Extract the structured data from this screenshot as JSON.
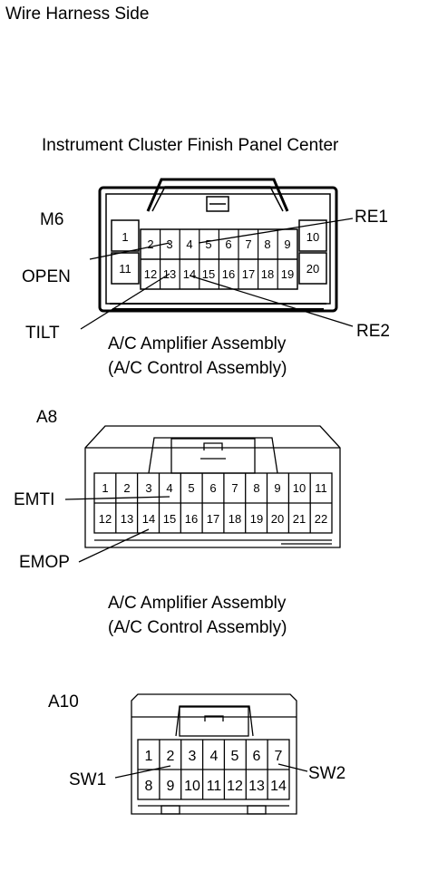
{
  "header": {
    "title": "Wire Harness Side"
  },
  "connector_m6": {
    "name": "Instrument Cluster Finish Panel Center",
    "code": "M6",
    "pins_top": [
      "1",
      "2",
      "3",
      "4",
      "5",
      "6",
      "7",
      "8",
      "9",
      "10"
    ],
    "pins_bottom": [
      "11",
      "12",
      "13",
      "14",
      "15",
      "16",
      "17",
      "18",
      "19",
      "20"
    ],
    "labels": {
      "re1": "RE1",
      "open": "OPEN",
      "tilt": "TILT",
      "re2": "RE2"
    }
  },
  "connector_a8": {
    "name_line1": "A/C Amplifier Assembly",
    "name_line2": "(A/C Control Assembly)",
    "code": "A8",
    "pins_top": [
      "1",
      "2",
      "3",
      "4",
      "5",
      "6",
      "7",
      "8",
      "9",
      "10",
      "11"
    ],
    "pins_bottom": [
      "12",
      "13",
      "14",
      "15",
      "16",
      "17",
      "18",
      "19",
      "20",
      "21",
      "22"
    ],
    "labels": {
      "emti": "EMTI",
      "emop": "EMOP"
    }
  },
  "connector_a10": {
    "name_line1": "A/C Amplifier Assembly",
    "name_line2": "(A/C Control Assembly)",
    "code": "A10",
    "pins_top": [
      "1",
      "2",
      "3",
      "4",
      "5",
      "6",
      "7"
    ],
    "pins_bottom": [
      "8",
      "9",
      "10",
      "11",
      "12",
      "13",
      "14"
    ],
    "labels": {
      "sw1": "SW1",
      "sw2": "SW2"
    }
  }
}
